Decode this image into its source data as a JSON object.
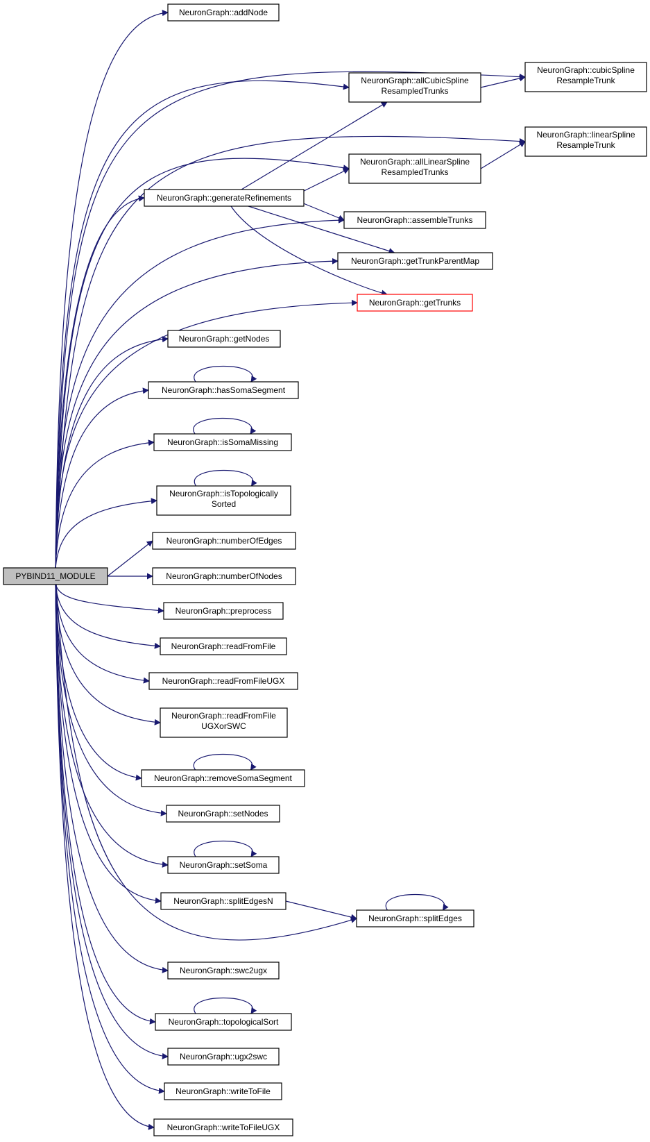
{
  "colors": {
    "edge": "#191970",
    "root_fill": "#bfbfbf",
    "truncated_border": "#ff0000"
  },
  "nodes": {
    "root": [
      "PYBIND11_MODULE"
    ],
    "addNode": [
      "NeuronGraph::addNode"
    ],
    "allCubic": [
      "NeuronGraph::allCubicSpline",
      "ResampledTrunks"
    ],
    "cubicResample": [
      "NeuronGraph::cubicSpline",
      "ResampleTrunk"
    ],
    "linearResample": [
      "NeuronGraph::linearSpline",
      "ResampleTrunk"
    ],
    "allLinear": [
      "NeuronGraph::allLinearSpline",
      "ResampledTrunks"
    ],
    "genRef": [
      "NeuronGraph::generateRefinements"
    ],
    "assemble": [
      "NeuronGraph::assembleTrunks"
    ],
    "trunkParent": [
      "NeuronGraph::getTrunkParentMap"
    ],
    "getTrunks": [
      "NeuronGraph::getTrunks"
    ],
    "getNodes": [
      "NeuronGraph::getNodes"
    ],
    "hasSoma": [
      "NeuronGraph::hasSomaSegment"
    ],
    "isSomaMissing": [
      "NeuronGraph::isSomaMissing"
    ],
    "isTopo": [
      "NeuronGraph::isTopologically",
      "Sorted"
    ],
    "numEdges": [
      "NeuronGraph::numberOfEdges"
    ],
    "numNodes": [
      "NeuronGraph::numberOfNodes"
    ],
    "preprocess": [
      "NeuronGraph::preprocess"
    ],
    "readFile": [
      "NeuronGraph::readFromFile"
    ],
    "readUGX": [
      "NeuronGraph::readFromFileUGX"
    ],
    "readUGXSWC": [
      "NeuronGraph::readFromFile",
      "UGXorSWC"
    ],
    "removeSoma": [
      "NeuronGraph::removeSomaSegment"
    ],
    "setNodes": [
      "NeuronGraph::setNodes"
    ],
    "setSoma": [
      "NeuronGraph::setSoma"
    ],
    "splitEdgesN": [
      "NeuronGraph::splitEdgesN"
    ],
    "splitEdges": [
      "NeuronGraph::splitEdges"
    ],
    "swc2ugx": [
      "NeuronGraph::swc2ugx"
    ],
    "topoSort": [
      "NeuronGraph::topologicalSort"
    ],
    "ugx2swc": [
      "NeuronGraph::ugx2swc"
    ],
    "writeFile": [
      "NeuronGraph::writeToFile"
    ],
    "writeUGX": [
      "NeuronGraph::writeToFileUGX"
    ]
  },
  "edges": [
    [
      "root",
      "addNode"
    ],
    [
      "root",
      "allCubic"
    ],
    [
      "root",
      "cubicResample"
    ],
    [
      "root",
      "linearResample"
    ],
    [
      "root",
      "allLinear"
    ],
    [
      "root",
      "genRef"
    ],
    [
      "root",
      "assemble"
    ],
    [
      "root",
      "trunkParent"
    ],
    [
      "root",
      "getTrunks"
    ],
    [
      "root",
      "getNodes"
    ],
    [
      "root",
      "hasSoma"
    ],
    [
      "root",
      "isSomaMissing"
    ],
    [
      "root",
      "isTopo"
    ],
    [
      "root",
      "numEdges"
    ],
    [
      "root",
      "numNodes"
    ],
    [
      "root",
      "preprocess"
    ],
    [
      "root",
      "readFile"
    ],
    [
      "root",
      "readUGX"
    ],
    [
      "root",
      "readUGXSWC"
    ],
    [
      "root",
      "removeSoma"
    ],
    [
      "root",
      "setNodes"
    ],
    [
      "root",
      "setSoma"
    ],
    [
      "root",
      "splitEdgesN"
    ],
    [
      "root",
      "splitEdges"
    ],
    [
      "root",
      "swc2ugx"
    ],
    [
      "root",
      "topoSort"
    ],
    [
      "root",
      "ugx2swc"
    ],
    [
      "root",
      "writeFile"
    ],
    [
      "root",
      "writeUGX"
    ],
    [
      "allCubic",
      "cubicResample"
    ],
    [
      "allLinear",
      "linearResample"
    ],
    [
      "genRef",
      "allCubic"
    ],
    [
      "genRef",
      "allLinear"
    ],
    [
      "genRef",
      "assemble"
    ],
    [
      "genRef",
      "trunkParent"
    ],
    [
      "genRef",
      "getTrunks"
    ],
    [
      "splitEdgesN",
      "splitEdges"
    ],
    [
      "hasSoma",
      "hasSoma"
    ],
    [
      "isSomaMissing",
      "isSomaMissing"
    ],
    [
      "isTopo",
      "isTopo"
    ],
    [
      "removeSoma",
      "removeSoma"
    ],
    [
      "setSoma",
      "setSoma"
    ],
    [
      "splitEdges",
      "splitEdges"
    ],
    [
      "topoSort",
      "topoSort"
    ]
  ]
}
